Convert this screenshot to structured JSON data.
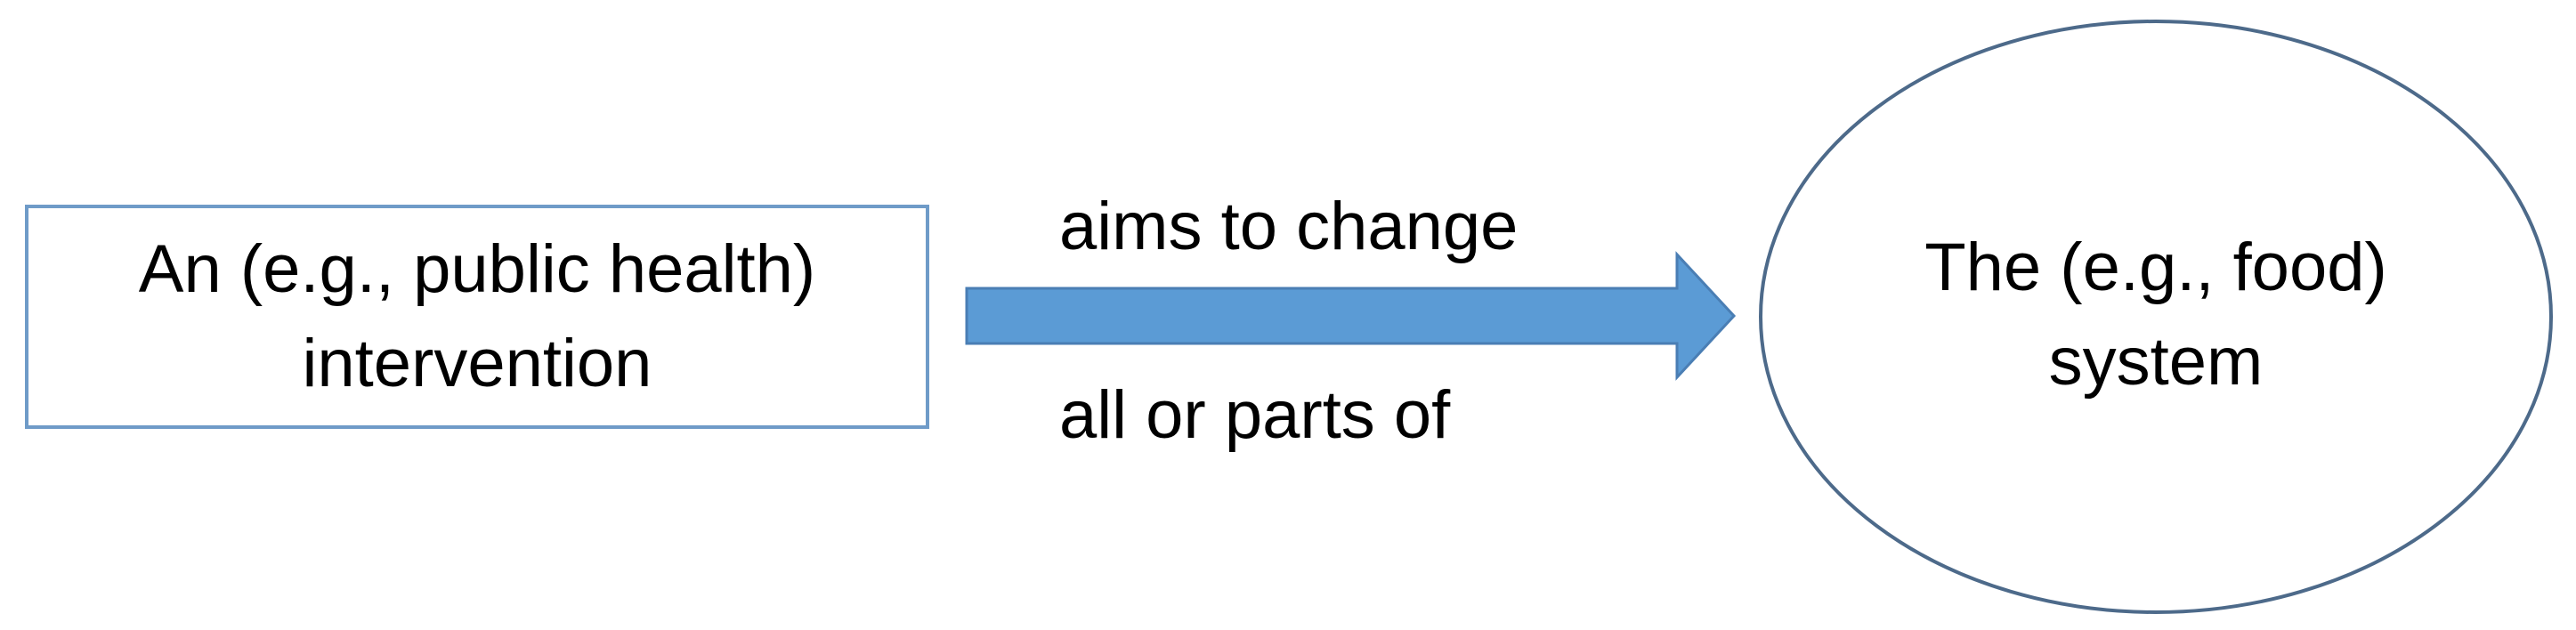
{
  "diagram": {
    "source": {
      "lines": [
        "An (e.g., public health)",
        "intervention"
      ]
    },
    "connector": {
      "label_above": "aims to change",
      "label_below": "all or parts of"
    },
    "target": {
      "lines": [
        "The (e.g., food)",
        "system"
      ]
    }
  },
  "colors": {
    "box_border": "#6f9bc8",
    "arrow_fill": "#5b9bd5",
    "arrow_stroke": "#4a7eb4",
    "ellipse_stroke": "#4d6a8a"
  }
}
